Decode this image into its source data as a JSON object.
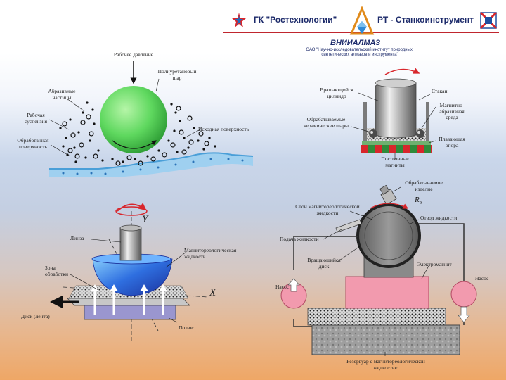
{
  "header": {
    "company": "ГК \"Ростехнологии\"",
    "division": "РТ - Станкоинструмент",
    "institute_name": "ВНИИАЛМАЗ",
    "institute_desc_1": "ОАО \"Научно-исследовательский институт природных,",
    "institute_desc_2": "синтетических алмазов и инструмента\""
  },
  "diagram1": {
    "working_pressure": "Рабочее давление",
    "polyurethane_ball": "Полиуретановый\nшар",
    "abrasive_particles": "Абразивные\nчастицы",
    "working_suspension": "Рабочая\nсуспензия",
    "processed_surface": "Обработанная\nповерхность",
    "initial_surface": "Исходная поверхность"
  },
  "diagram2": {
    "rotating_cylinder": "Вращающийся\nцилиндр",
    "vessel": "Стакан",
    "processed_balls": "Обрабатываемые\nкерамические шары",
    "magnetic_abrasive": "Магнитно-\nабразивная\nсреда",
    "floating_support": "Плавающая\nопора",
    "permanent_magnets": "Постоянные\nмагниты"
  },
  "diagram3": {
    "axis_y": "Y",
    "axis_x": "X",
    "lens": "Линза",
    "mr_fluid": "Магнитореологическая\nжидкость",
    "processing_zone": "Зона\nобработки",
    "disk_belt": "Диск (лента)",
    "pole": "Полюс"
  },
  "diagram4": {
    "workpiece": "Обрабатываемое\nизделие",
    "radius": "R",
    "radius_sub": "b",
    "mr_layer": "Слой магнитореологической\nжидкости",
    "fluid_outlet": "Отвод жидкости",
    "fluid_supply": "Подача жидкости",
    "rotating_disk": "Вращающийся\nдиск",
    "electromagnet": "Электромагнит",
    "pump_left": "Насос",
    "pump_right": "Насос",
    "reservoir": "Резервуар с магнитореологической\nжидкостью"
  },
  "colors": {
    "header_text": "#1c2a6a",
    "accent_red": "#c0262e",
    "ball_green": "#5fd85f",
    "lens_blue": "#2f6fe0",
    "magnet_pink": "#f29aae",
    "pole_purple": "#9a96cf"
  }
}
